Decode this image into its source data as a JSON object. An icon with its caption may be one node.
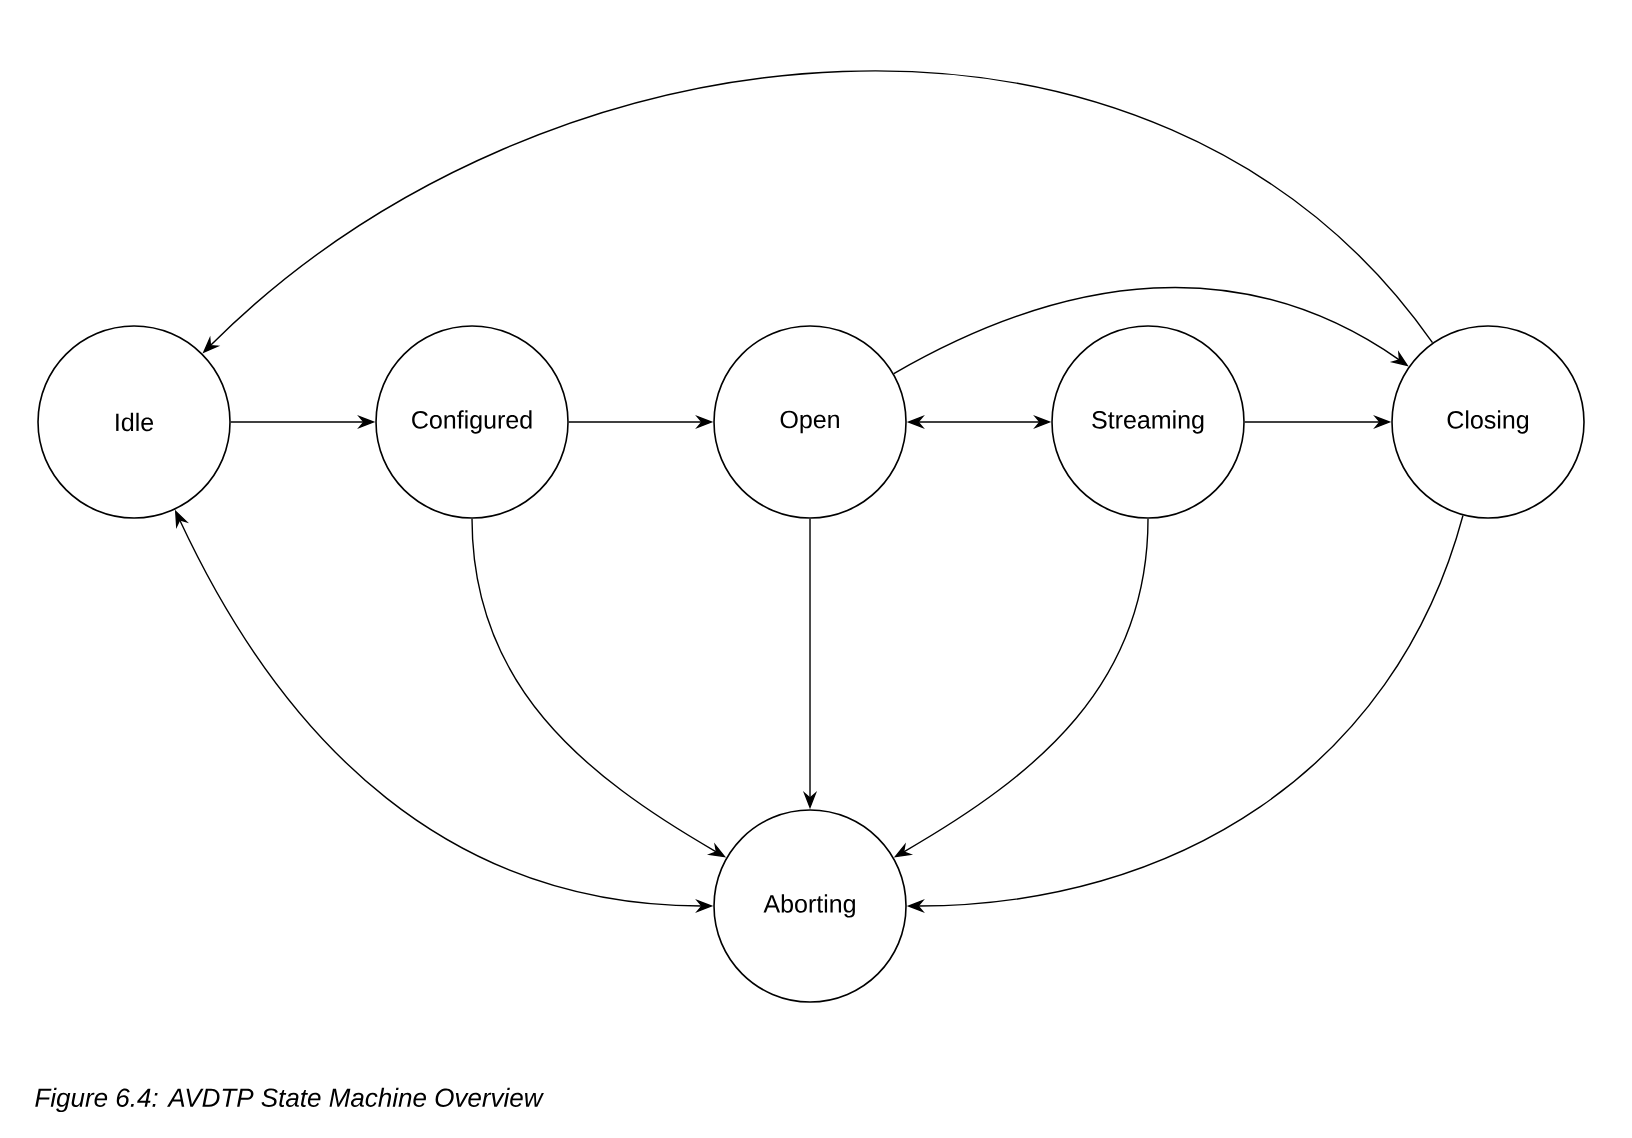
{
  "diagram": {
    "caption": "Figure 6.4: AVDTP State Machine Overview",
    "nodes": [
      {
        "text": [
          "Idle"
        ]
      },
      {
        "text": [
          "Configured"
        ]
      },
      {
        "text": [
          "Open"
        ]
      },
      {
        "text": [
          "Streaming"
        ]
      },
      {
        "text": [
          "Closing"
        ]
      },
      {
        "text": [
          "Aborting"
        ]
      }
    ],
    "edges": [
      {
        "from": 0,
        "to": 1,
        "arrow": "to"
      },
      {
        "from": 1,
        "to": 2,
        "arrow": "to"
      },
      {
        "from": 2,
        "to": 3,
        "arrow": "both"
      },
      {
        "from": 3,
        "to": 4,
        "arrow": "to"
      },
      {
        "from": 2,
        "to": 4,
        "arrow": "to"
      },
      {
        "from": 4,
        "to": 0,
        "arrow": "to"
      },
      {
        "from": 2,
        "to": 5,
        "arrow": "to"
      },
      {
        "from": 1,
        "to": 5,
        "arrow": "to"
      },
      {
        "from": 3,
        "to": 5,
        "arrow": "to"
      },
      {
        "from": 4,
        "to": 5,
        "arrow": "to"
      },
      {
        "from": 0,
        "to": 5,
        "arrow": "both"
      }
    ]
  }
}
